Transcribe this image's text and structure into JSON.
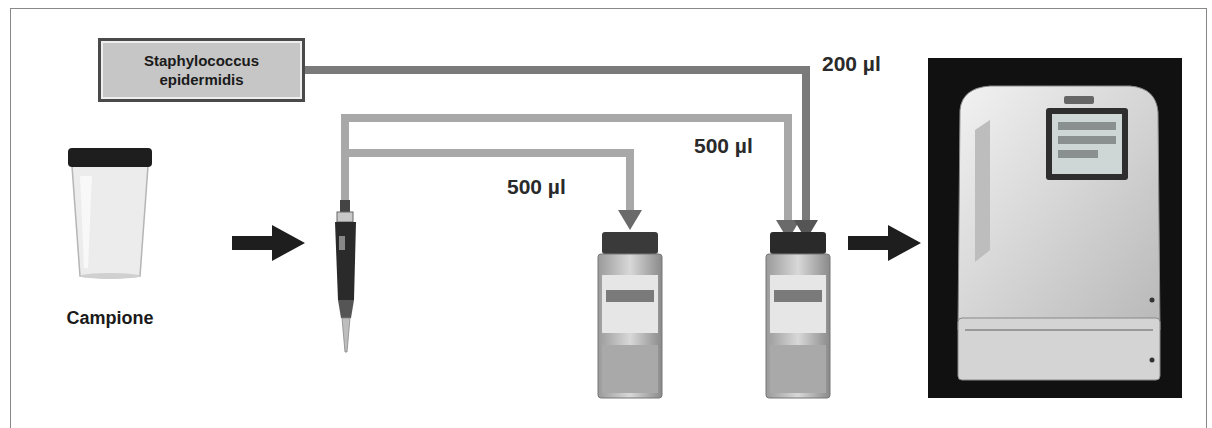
{
  "diagram": {
    "nodes": [
      {
        "text": [
          "Staphylococcus epidermidis"
        ]
      },
      {
        "text": [
          "Campione"
        ]
      }
    ],
    "labels": [
      "200 µl",
      "500 µl",
      "500 µl"
    ]
  }
}
